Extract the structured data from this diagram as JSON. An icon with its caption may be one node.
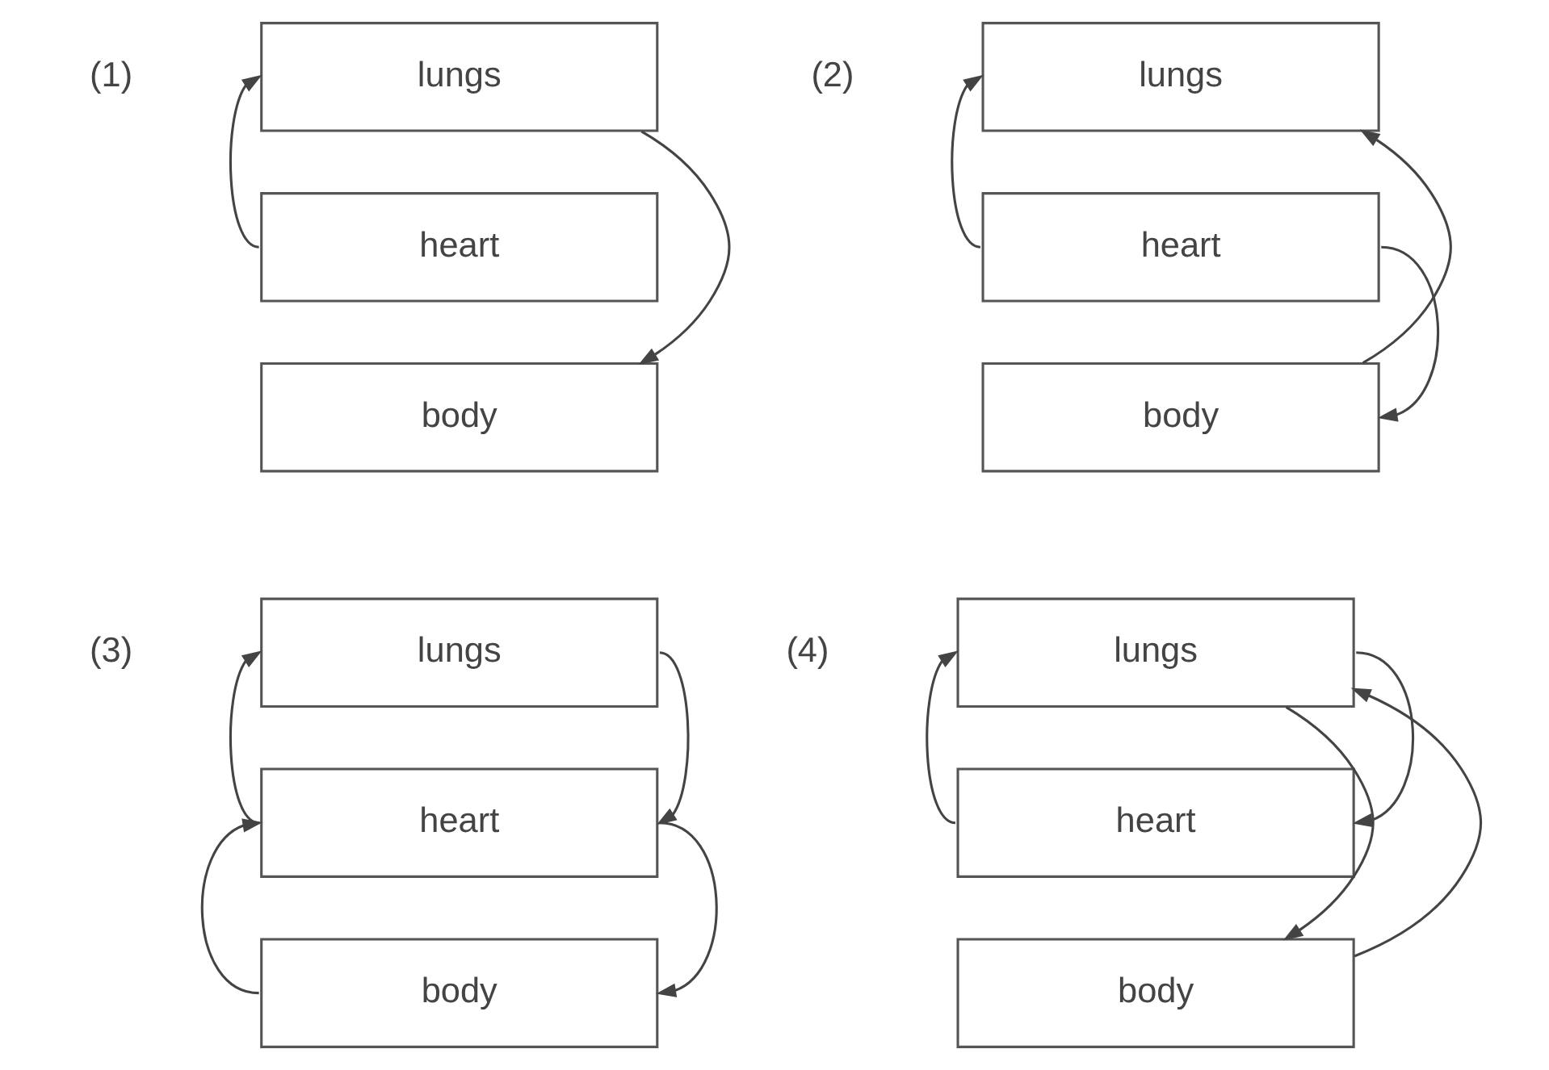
{
  "diagram": {
    "nodes": [
      {
        "text": [
          "lungs"
        ]
      },
      {
        "text": [
          "heart"
        ]
      },
      {
        "text": [
          "body"
        ]
      },
      {
        "text": [
          "lungs"
        ]
      },
      {
        "text": [
          "heart"
        ]
      },
      {
        "text": [
          "body"
        ]
      },
      {
        "text": [
          "lungs"
        ]
      },
      {
        "text": [
          "heart"
        ]
      },
      {
        "text": [
          "body"
        ]
      },
      {
        "text": [
          "lungs"
        ]
      },
      {
        "text": [
          "heart"
        ]
      },
      {
        "text": [
          "body"
        ]
      }
    ],
    "edges": [
      {
        "from": 1,
        "to": 0,
        "arrow": "to"
      },
      {
        "from": 0,
        "to": 2,
        "arrow": "to"
      },
      {
        "from": 4,
        "to": 3,
        "arrow": "to"
      },
      {
        "from": 4,
        "to": 5,
        "arrow": "to"
      },
      {
        "from": 5,
        "to": 3,
        "arrow": "to"
      },
      {
        "from": 7,
        "to": 6,
        "arrow": "to"
      },
      {
        "from": 6,
        "to": 7,
        "arrow": "to"
      },
      {
        "from": 8,
        "to": 7,
        "arrow": "to"
      },
      {
        "from": 7,
        "to": 8,
        "arrow": "to"
      },
      {
        "from": 11,
        "to": 9,
        "arrow": "to"
      },
      {
        "from": 10,
        "to": 9,
        "arrow": "to"
      },
      {
        "from": 9,
        "to": 10,
        "arrow": "to"
      },
      {
        "from": 9,
        "to": 11,
        "arrow": "to"
      }
    ],
    "labels": [
      "(1)",
      "(2)",
      "(3)",
      "(4)"
    ]
  }
}
